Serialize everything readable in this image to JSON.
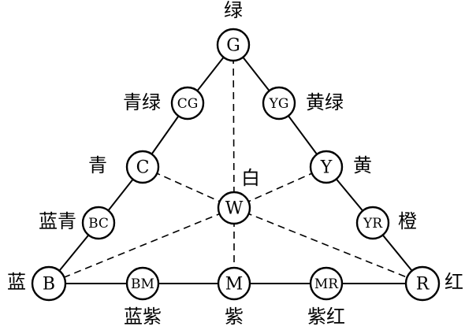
{
  "nodes": {
    "G": {
      "code": "G",
      "name": "绿"
    },
    "CG": {
      "code": "CG",
      "name": "青绿"
    },
    "YG": {
      "code": "YG",
      "name": "黄绿"
    },
    "C": {
      "code": "C",
      "name": "青"
    },
    "Y": {
      "code": "Y",
      "name": "黄"
    },
    "W": {
      "code": "W",
      "name": "白"
    },
    "BC": {
      "code": "BC",
      "name": "蓝青"
    },
    "YR": {
      "code": "YR",
      "name": "橙"
    },
    "B": {
      "code": "B",
      "name": "蓝"
    },
    "BM": {
      "code": "BM",
      "name": "蓝紫"
    },
    "M": {
      "code": "M",
      "name": "紫"
    },
    "MR": {
      "code": "MR",
      "name": "紫红"
    },
    "R": {
      "code": "R",
      "name": "红"
    }
  },
  "edges": [
    [
      "G",
      "CG"
    ],
    [
      "CG",
      "C"
    ],
    [
      "C",
      "BC"
    ],
    [
      "BC",
      "B"
    ],
    [
      "G",
      "YG"
    ],
    [
      "YG",
      "Y"
    ],
    [
      "Y",
      "YR"
    ],
    [
      "YR",
      "R"
    ],
    [
      "B",
      "BM"
    ],
    [
      "BM",
      "M"
    ],
    [
      "M",
      "MR"
    ],
    [
      "MR",
      "R"
    ]
  ],
  "dashed_edges": [
    [
      "G",
      "W"
    ],
    [
      "W",
      "M"
    ],
    [
      "C",
      "W"
    ],
    [
      "W",
      "R"
    ],
    [
      "Y",
      "W"
    ],
    [
      "W",
      "B"
    ]
  ]
}
